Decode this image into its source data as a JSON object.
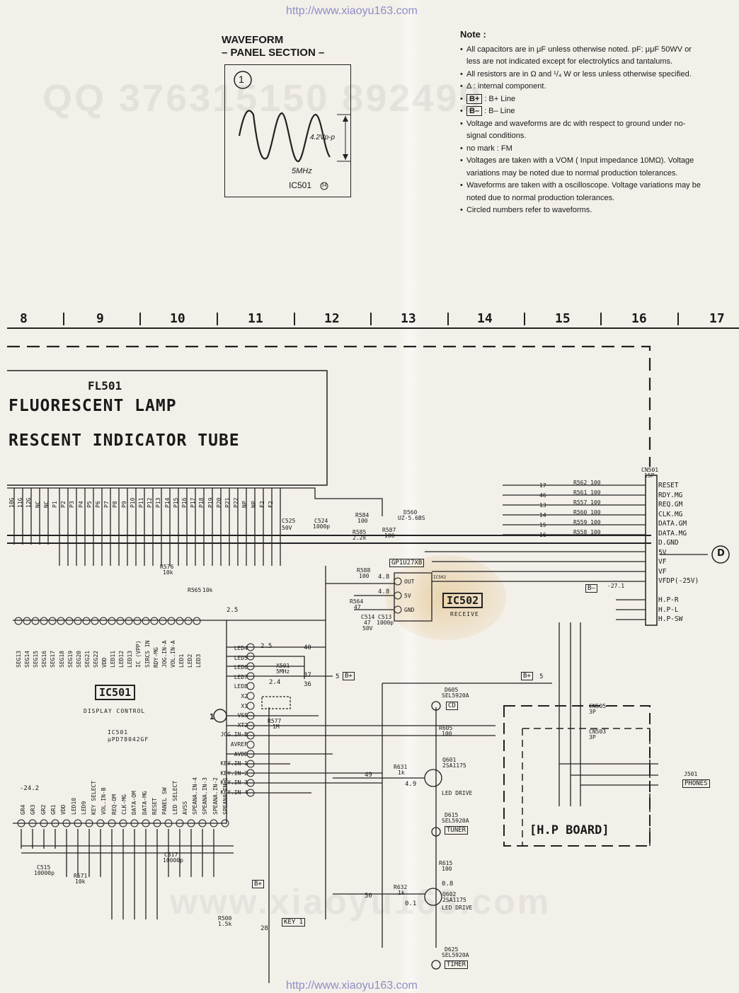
{
  "header": {
    "url_top": "http://www.xiaoyu163.com",
    "url_bottom": "http://www.xiaoyu163.com"
  },
  "watermark": {
    "top": "QQ 376315150   892499",
    "bottom": "www.xiaoyu163.com"
  },
  "waveform": {
    "title_line1": "WAVEFORM",
    "title_line2": "– PANEL SECTION –",
    "number": "1",
    "amplitude": "4.2Vp-p",
    "frequency": "5MHz",
    "source": "IC501",
    "pin": "34"
  },
  "notes": {
    "title": "Note :",
    "items": [
      "All capacitors are in μF unless otherwise noted. pF: μμF 50WV or less are not indicated except for electrolytics and tantalums.",
      "All resistors are in Ω and ¹/₄ W or less unless otherwise specified.",
      "Δ    : internal component."
    ],
    "bplus_box": "B+",
    "bplus_text": ": B+ Line",
    "bminus_box": "B–",
    "bminus_text": ": B– Line",
    "items2": [
      "Voltage and waveforms are dc with respect to ground under no-signal conditions.",
      "no mark : FM",
      "Voltages are taken with a VOM ( Input impedance 10MΩ). Voltage variations may be noted due to normal production tolerances.",
      "Waveforms are taken with a oscilloscope. Voltage variations may be noted due to normal production tolerances.",
      "Circled numbers refer to waveforms."
    ]
  },
  "ruler": {
    "columns": [
      "8",
      "9",
      "10",
      "11",
      "12",
      "13",
      "14",
      "15",
      "16",
      "17"
    ]
  },
  "fl501": {
    "ref": "FL501",
    "line1": "FLUORESCENT LAMP",
    "line2": "RESCENT INDICATOR TUBE",
    "pins": [
      "10G",
      "11G",
      "12G",
      "NC",
      "NC",
      "P1",
      "P2",
      "P3",
      "P4",
      "P5",
      "P6",
      "P7",
      "P8",
      "P9",
      "P10",
      "P11",
      "P12",
      "P13",
      "P14",
      "P15",
      "P16",
      "P17",
      "P18",
      "P19",
      "P20",
      "P21",
      "P22",
      "NP",
      "NP",
      "F2",
      "F2"
    ]
  },
  "ic501": {
    "name": "IC501",
    "function": "DISPLAY CONTROL",
    "ref": "IC501",
    "part": "μPD78042GF",
    "bottom_pins": [
      "GR4",
      "GR3",
      "GR2",
      "GR1",
      "VDD",
      "LED10",
      "LED9",
      "KEY SELECT",
      "VOL.IN-B",
      "REQ-OM",
      "CLK-MG",
      "DATA-OM",
      "DATA-MG",
      "RESET",
      "PANEL SW",
      "LED SELECT",
      "AVSS",
      "SPEANA.IN-4",
      "SPEANA.IN-3",
      "SPEANA.IN-2",
      "SPEANA.IN-1"
    ],
    "top_pins": [
      "SEG13",
      "SEG14",
      "SEG15",
      "SEG16",
      "SEG17",
      "SEG18",
      "SEG19",
      "SEG20",
      "SEG21",
      "SEG22",
      "VDD",
      "LED11",
      "LED12",
      "LED13",
      "IC (VPP)",
      "SIRCS IN",
      "RDY-MG",
      "JOG.IN-A",
      "VOL.IN-A",
      "LED1",
      "LED2",
      "LED3"
    ],
    "right_pins": [
      "LED4",
      "LED5",
      "LED6",
      "LED7",
      "LED8",
      "X2",
      "X1",
      "VSS",
      "XT2",
      "JOG.IN-B",
      "AVREF",
      "AVDD",
      "KEY.IN-1",
      "KEY.IN-2",
      "KEY.IN-3",
      "KEY.IN-4"
    ]
  },
  "ic502": {
    "name": "IC502",
    "function": "RECEIVE",
    "part": "GP1U27XB",
    "ref": "IC502",
    "pin1": "OUT",
    "pin2": "5V",
    "pin3": "GND"
  },
  "cn501": {
    "ref": "CN501",
    "pins": "15P",
    "labels": [
      "RESET",
      "RDY.MG",
      "REQ.GM",
      "CLK.MG",
      "DATA.GM",
      "DATA.MG",
      "D.GND",
      "5V",
      "VF",
      "VF",
      "VFDP(-25V)",
      "",
      "H.P-R",
      "H.P-L",
      "H.P-SW"
    ],
    "connector_id": "D"
  },
  "components": {
    "x501": "X501",
    "x501_freq": "5MHz",
    "q601": "Q601",
    "q601_part": "2SA1175",
    "q601_function": "LED DRIVE",
    "q602": "Q602",
    "q602_part": "2SA1175",
    "q602_function": "LED DRIVE",
    "d605": "D605",
    "d605_part": "SEL5920A",
    "d605_label": "CD",
    "d615": "D615",
    "d615_part": "SEL5920A",
    "d615_label": "TUNER",
    "d625": "D625",
    "d625_part": "SEL5920A",
    "d625_label": "TIMER",
    "key1": "KEY 1",
    "hp_board": "[H.P BOARD]",
    "j501": "J501",
    "j501_label": "PHONES",
    "cn505": "CN505",
    "cn505_p": "3P",
    "cn503": "CN503",
    "cn503_p": "3P",
    "d560": "D560",
    "d560_part": "UZ-5.6BS",
    "bminus_voltage": "-27.1",
    "c515": "C515",
    "c515_v": "10000p",
    "c517": "C517",
    "c517_v": "10000p",
    "c525": "C525",
    "c525_v": "50V",
    "c524": "C524",
    "c524_v": "1000p",
    "c514": "C514",
    "c514_v": "47",
    "c514_w": "50V",
    "c513": "C513",
    "c513_v": "1000p",
    "r576": "R576",
    "r576_v": "10k",
    "r565": "R565",
    "r565_v": "10k",
    "r577": "R577",
    "r577_v": "1M",
    "r584": "R584",
    "r584_v": "100",
    "r585": "R585",
    "r585_v": "2.2k",
    "r587": "R587",
    "r587_v": "100",
    "r588": "R588",
    "r588_v": "100",
    "r564": "R564",
    "r564_v": "47",
    "r605": "R605",
    "r605_v": "100",
    "r615": "R615",
    "r615_v": "100",
    "r631": "R631",
    "r631_v": "1k",
    "r632": "R632",
    "r632_v": "1k",
    "r500": "R500",
    "r500_v": "1.5k",
    "r571": "R571",
    "r571_v": "10k",
    "r562": "R562",
    "r561": "R561",
    "r557": "R557",
    "r560": "R560",
    "r559": "R559",
    "r558": "R558",
    "r_v": "100",
    "v_2_5": "2.5",
    "v_4_8": "4.8",
    "v_0_8": "0.8",
    "v_4_9": "4.9",
    "v_0_1": "0.1",
    "v_24_2": "-24.2",
    "v_2_4": "2.4",
    "net40": "40",
    "net37": "37",
    "net36": "36",
    "net49": "49",
    "net50": "50",
    "net28": "28",
    "net5": "5",
    "cn_pins": [
      "17",
      "46",
      "13",
      "14",
      "15",
      "16"
    ]
  }
}
